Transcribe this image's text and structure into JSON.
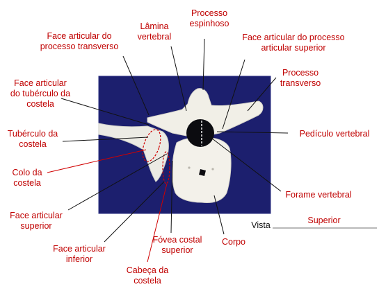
{
  "labels": {
    "face_articular_processo_transverso": [
      "Face articular do",
      "processo transverso"
    ],
    "lamina_vertebral": [
      "Lâmina",
      "vertebral"
    ],
    "processo_espinhoso": [
      "Processo",
      "espinhoso"
    ],
    "face_articular_processo_articular_superior": [
      "Face articular do processo",
      "articular superior"
    ],
    "processo_transverso": [
      "Processo",
      "transverso"
    ],
    "face_articular_tuberculo_costela": [
      "Face articular",
      "do tubérculo da",
      "costela"
    ],
    "tuberculo_costela": [
      "Tubérculo da",
      "costela"
    ],
    "pediculo_vertebral": [
      "Pedículo vertebral"
    ],
    "colo_costela": [
      "Colo da",
      "costela"
    ],
    "forame_vertebral": [
      "Forame vertebral"
    ],
    "face_articular_superior": [
      "Face articular",
      "superior"
    ],
    "vista": "Vista",
    "vista_value": "Superior",
    "fovea_costal_superior": [
      "Fóvea costal",
      "superior"
    ],
    "corpo": [
      "Corpo"
    ],
    "face_articular_inferior": [
      "Face articular",
      "inferior"
    ],
    "cabeca_costela": [
      "Cabeça da",
      "costela"
    ]
  },
  "colors": {
    "label": "#c00000",
    "background_panel": "#1c1f6e",
    "bone": "#f3f1ea",
    "leader": "#111111"
  }
}
